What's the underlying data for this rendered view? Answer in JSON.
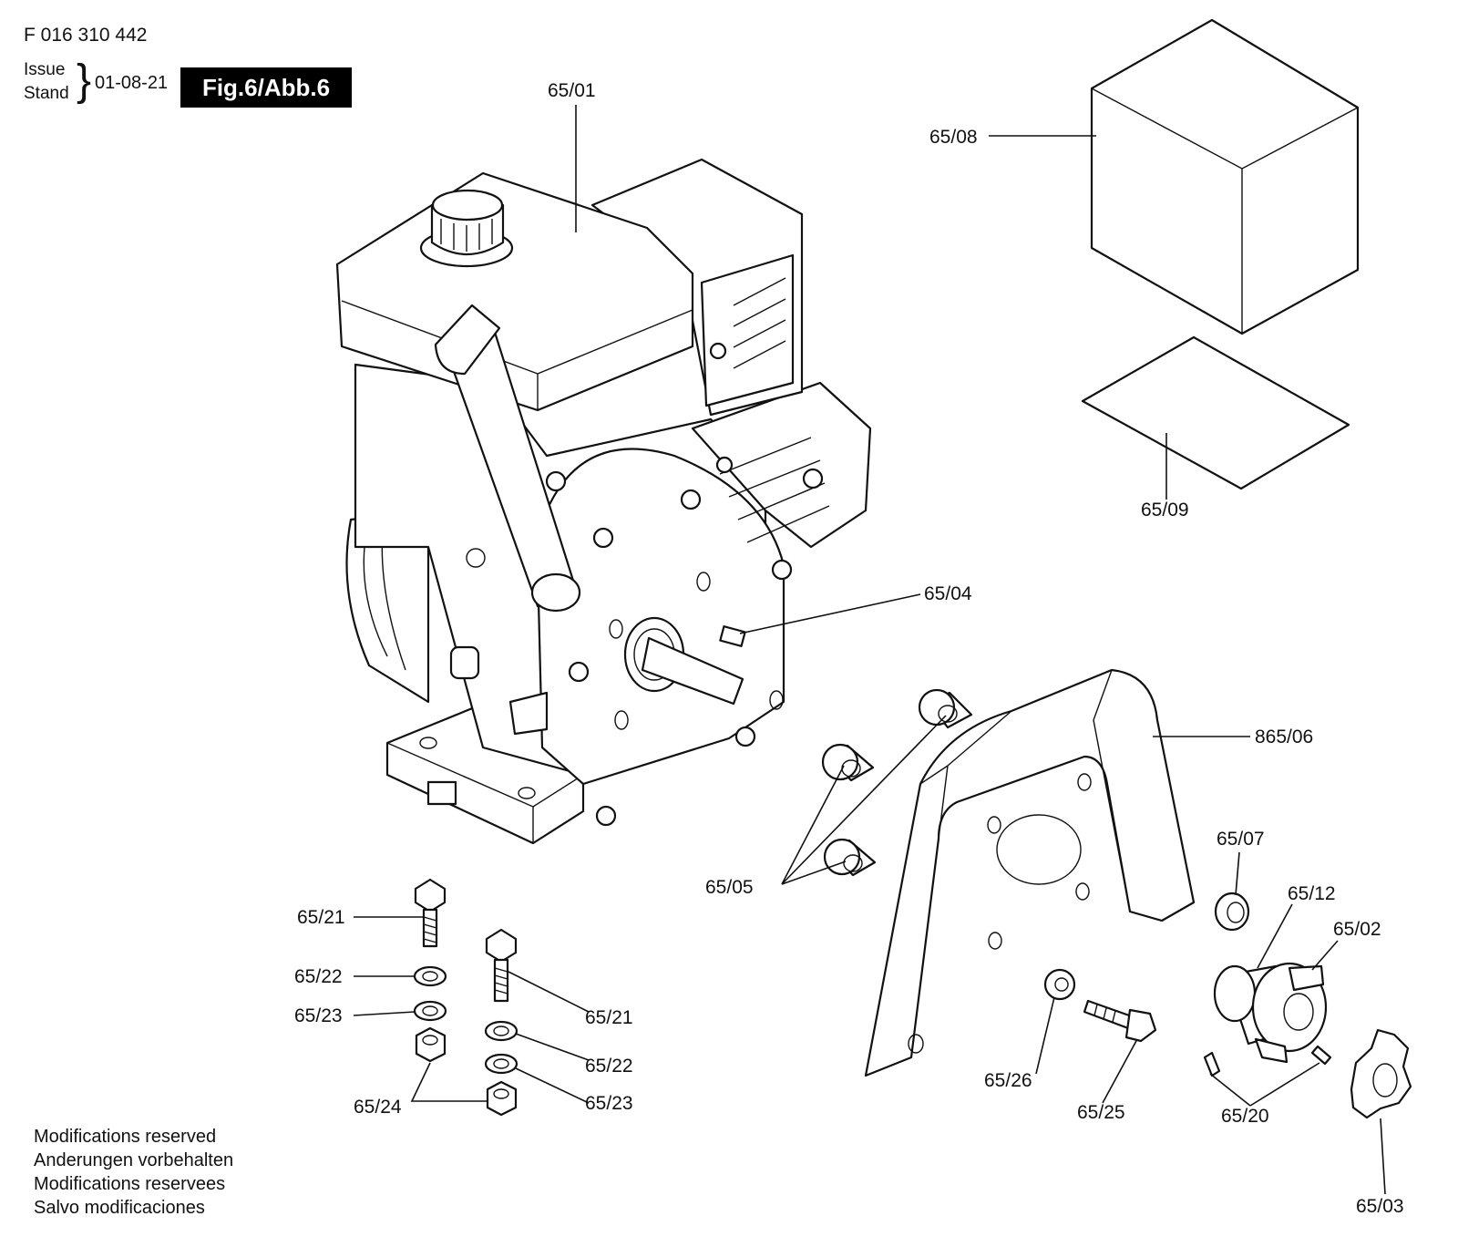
{
  "header": {
    "document_number": "F 016 310 442",
    "issue_label": "Issue",
    "stand_label": "Stand",
    "issue_date": "01-08-21",
    "figure_label": "Fig.6/Abb.6"
  },
  "parts": {
    "p01": "65/01",
    "p08": "65/08",
    "p09": "65/09",
    "p04": "65/04",
    "p806": "865/06",
    "p05": "65/05",
    "p07": "65/07",
    "p12": "65/12",
    "p02": "65/02",
    "p21a": "65/21",
    "p22a": "65/22",
    "p23a": "65/23",
    "p24": "65/24",
    "p21b": "65/21",
    "p22b": "65/22",
    "p23b": "65/23",
    "p26": "65/26",
    "p25": "65/25",
    "p20": "65/20",
    "p03": "65/03"
  },
  "notes": [
    "Modifications reserved",
    "Anderungen vorbehalten",
    "Modifications reservees",
    "Salvo modificaciones"
  ]
}
